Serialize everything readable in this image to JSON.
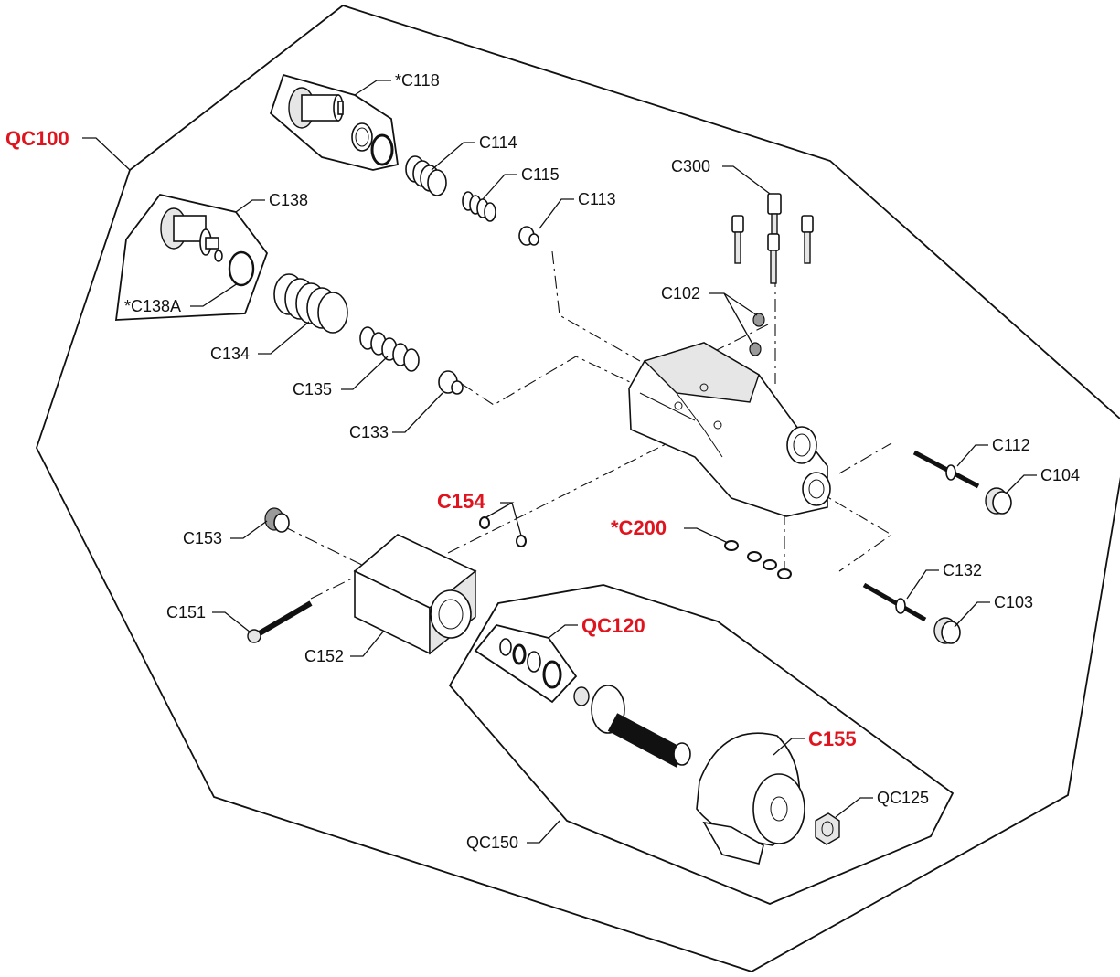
{
  "accent_color": "#e0141e",
  "text_color": "#111111",
  "groups": {
    "qc100": "QC100",
    "qc150": "QC150"
  },
  "labels": {
    "c118": "*C118",
    "c114": "C114",
    "c115": "C115",
    "c113": "C113",
    "c300": "C300",
    "c138": "C138",
    "c138a": "*C138A",
    "c134": "C134",
    "c135": "C135",
    "c133": "C133",
    "c102": "C102",
    "c112": "C112",
    "c104": "C104",
    "c154": "C154",
    "c200": "*C200",
    "c153": "C153",
    "c151": "C151",
    "c152": "C152",
    "c132": "C132",
    "c103": "C103",
    "qc120": "QC120",
    "c155": "C155",
    "qc125": "QC125"
  }
}
